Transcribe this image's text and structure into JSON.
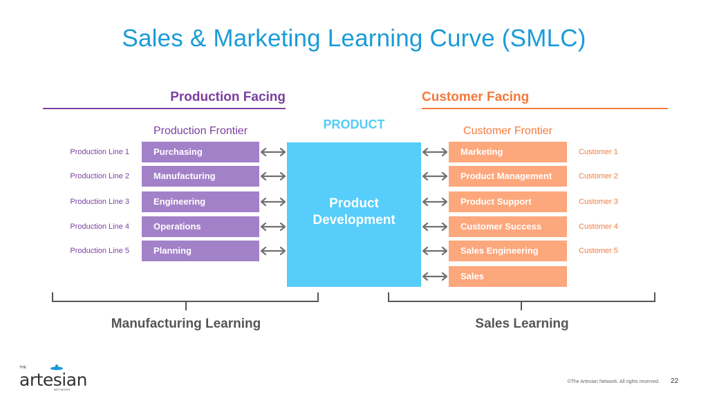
{
  "title": "Sales & Marketing Learning Curve (SMLC)",
  "production_facing": {
    "heading": "Production Facing",
    "frontier": "Production Frontier",
    "rows": [
      {
        "label": "Production Line 1",
        "box": "Purchasing"
      },
      {
        "label": "Production Line 2",
        "box": "Manufacturing"
      },
      {
        "label": "Production Line 3",
        "box": "Engineering"
      },
      {
        "label": "Production Line 4",
        "box": "Operations"
      },
      {
        "label": "Production Line 5",
        "box": "Planning"
      }
    ]
  },
  "product": {
    "label": "PRODUCT",
    "center_line1": "Product",
    "center_line2": "Development"
  },
  "customer_facing": {
    "heading": "Customer Facing",
    "frontier": "Customer Frontier",
    "rows": [
      {
        "box": "Marketing",
        "label": "Customer 1"
      },
      {
        "box": "Product Management",
        "label": "Customer 2"
      },
      {
        "box": "Product Support",
        "label": "Customer 3"
      },
      {
        "box": "Customer Success",
        "label": "Customer 4"
      },
      {
        "box": "Sales Engineering",
        "label": "Customer 5"
      },
      {
        "box": "Sales",
        "label": ""
      }
    ]
  },
  "footer": {
    "manufacturing_learning": "Manufacturing Learning",
    "sales_learning": "Sales Learning",
    "logo_the": "THE",
    "logo_name": "artesian",
    "logo_network": "NETWORK",
    "copyright": "©The Artesian Network. All rights reserved.",
    "page_number": "22"
  },
  "colors": {
    "title": "#1a9bd7",
    "production_accent": "#7b3fa0",
    "production_box": "#a381c8",
    "customer_accent": "#f47a3c",
    "customer_box": "#fda77c",
    "product_box": "#56cdfa",
    "arrow": "#707070",
    "brace": "#555555"
  },
  "icons": {
    "connector": "double-headed-arrow-icon",
    "grouping": "curly-brace-icon"
  }
}
